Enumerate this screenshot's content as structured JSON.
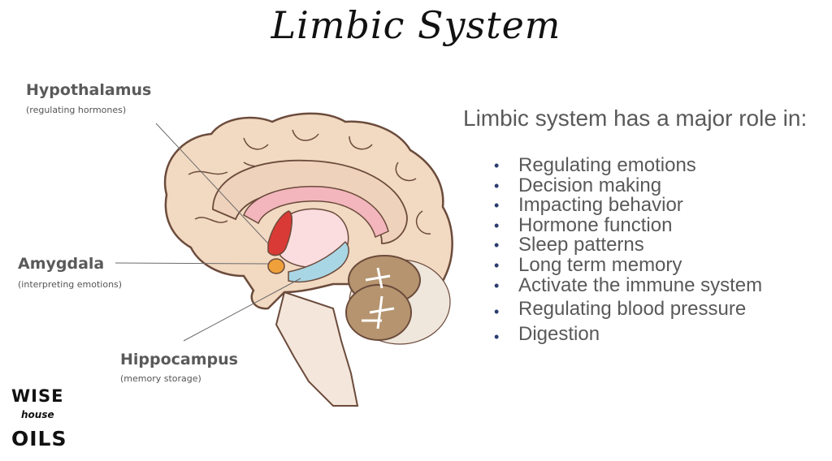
{
  "title": "Limbic System",
  "labels": {
    "hypothalamus": {
      "name": "Hypothalamus",
      "desc": "(regulating hormones)"
    },
    "amygdala": {
      "name": "Amygdala",
      "desc": "(interpreting emotions)"
    },
    "hippocampus": {
      "name": "Hippocampus",
      "desc": "(memory storage)"
    }
  },
  "intro": "Limbic system has a major role in:",
  "roles": [
    "Regulating emotions",
    "Decision making",
    "Impacting behavior",
    "Hormone function",
    "Sleep patterns",
    "Long term memory",
    "Activate the immune system",
    "Regulating blood pressure",
    "Digestion"
  ],
  "logo": {
    "line1": "WISE",
    "line2": "house",
    "line3": "OILS"
  },
  "colors": {
    "brain": "#f2d9c2",
    "brain_outline": "#6b4b3b",
    "hypothalamus": "#d93a36",
    "amygdala": "#f0a03a",
    "hippocampus": "#a9d6e5",
    "corpus": "#f3b6bd",
    "cerebellum": "#b5946f",
    "bullet": "#2a3c6e"
  }
}
